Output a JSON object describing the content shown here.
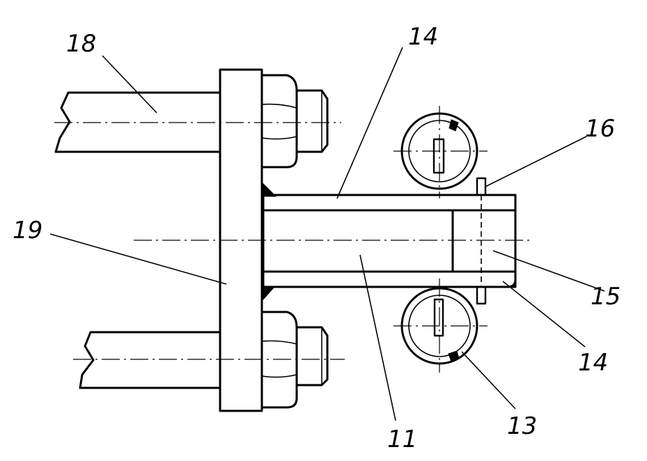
{
  "labels": {
    "l18": "18",
    "l14_top": "14",
    "l16": "16",
    "l19": "19",
    "l15": "15",
    "l14_bottom": "14",
    "l11": "11",
    "l13": "13"
  },
  "colors": {
    "ink": "#000000",
    "background": "#ffffff"
  }
}
